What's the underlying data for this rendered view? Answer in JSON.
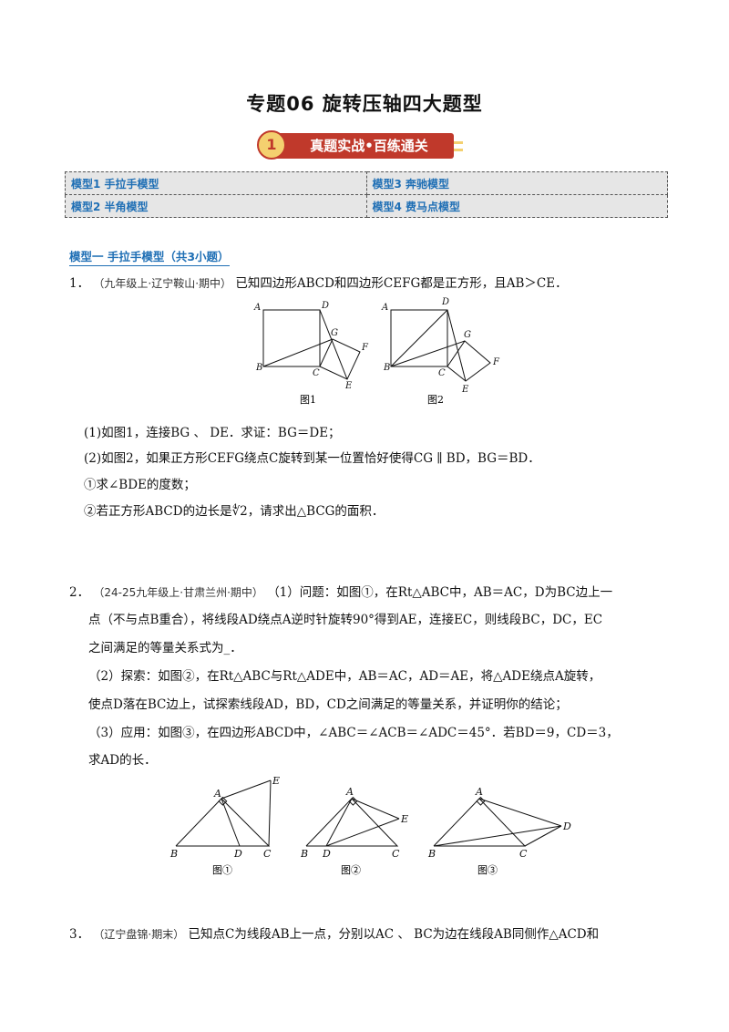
{
  "page_title": "专题06  旋转压轴四大题型",
  "banner": {
    "number": "1",
    "text": "真题实战•百练通关"
  },
  "models": [
    [
      "模型1    手拉手模型",
      "模型3    奔驰模型"
    ],
    [
      "模型2    半角模型",
      "模型4    费马点模型"
    ]
  ],
  "section1": "模型一  手拉手模型（共3小题）",
  "q1": {
    "num": "1．",
    "source": "（九年级上·辽宁鞍山·期中）",
    "stem": "已知四边形ABCD和四边形CEFG都是正方形，且AB＞CE．",
    "fig1_caption": "图1",
    "fig2_caption": "图2",
    "p1": "(1)如图1，连接BG 、 DE．求证：BG＝DE；",
    "p2": "(2)如图2，如果正方形CEFG绕点C旋转到某一位置恰好使得CG ∥ BD，BG＝BD．",
    "p3": "①求∠BDE的度数；",
    "p4": "②若正方形ABCD的边长是∜2，请求出△BCG的面积．"
  },
  "q2": {
    "num": "2．",
    "l1a": "（24-25九年级上·甘肃兰州·期中）",
    "l1b": "（1）问题：如图①，在Rt△ABC中，AB＝AC，D为BC边上一",
    "l2": "点（不与点B重合），将线段AD绕点A逆时针旋转90°得到AE，连接EC，则线段BC，DC，EC",
    "l3": "之间满足的等量关系式为_．",
    "l4": "（2）探索：如图②，在Rt△ABC与Rt△ADE中，AB＝AC，AD＝AE，将△ADE绕点A旋转，",
    "l5": "使点D落在BC边上，试探索线段AD，BD，CD之间满足的等量关系，并证明你的结论；",
    "l6": "（3）应用：如图③，在四边形ABCD中，∠ABC＝∠ACB＝∠ADC＝45°．若BD＝9，CD＝3，",
    "l7": "求AD的长．",
    "cap1": "图①",
    "cap2": "图②",
    "cap3": "图③"
  },
  "q3": {
    "num": "3．",
    "source": "（辽宁盘锦·期末）",
    "stem": "已知点C为线段AB上一点，分别以AC 、 BC为边在线段AB同侧作△ACD和"
  }
}
